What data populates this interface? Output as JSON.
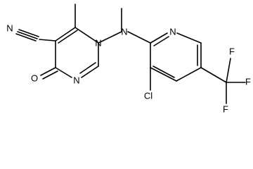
{
  "structure": {
    "atoms": {
      "nitrile_n": "N",
      "ring_n1": "N",
      "amine_n": "N",
      "ring_n3": "N",
      "oxygen": "O",
      "pyridine_n": "N",
      "chlorine": "Cl",
      "fluorine_top": "F",
      "fluorine_right": "F",
      "fluorine_bottom": "F"
    }
  }
}
